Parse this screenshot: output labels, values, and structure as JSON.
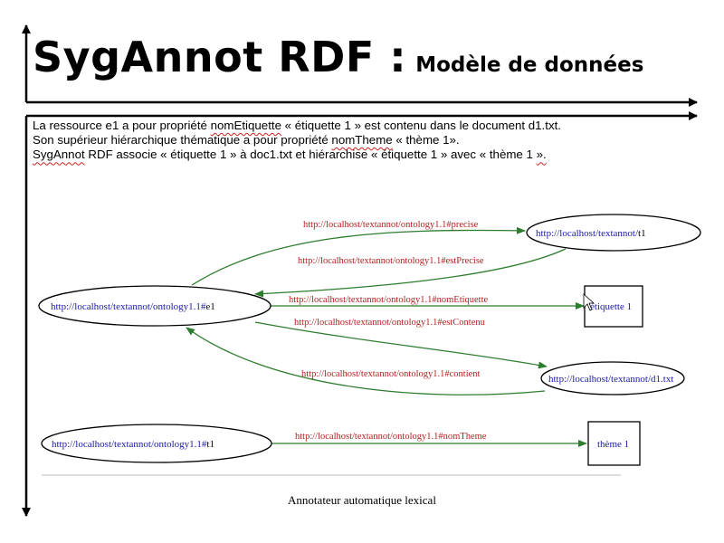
{
  "slide": {
    "title": {
      "main": "SygAnnot RDF :",
      "subtitle": "Modèle de données"
    },
    "intro": [
      {
        "parts": [
          "La ressource e1 a pour propriété ",
          "nomEtiquette",
          " « étiquette 1 » est contenu dans le document d1.txt."
        ]
      },
      {
        "parts": [
          "Son supérieur hiérarchique thématique a pour propriété ",
          "nomTheme",
          " « thème 1»."
        ]
      },
      {
        "parts": [
          "",
          "SygAnnot",
          " RDF associe « étiquette 1 » à doc1.txt et hiérarchise « étiquette 1 » avec « thème 1 ",
          "».",
          ""
        ]
      }
    ],
    "caption": "Annotateur automatique lexical"
  },
  "diagram": {
    "colors": {
      "edge": "#2e7d2e",
      "edge_label": "#b22222",
      "node_text": "#1a1aa6",
      "axis": "#000000"
    },
    "nodes": {
      "e1": {
        "prefix": "http://localhost/textannot/ontology1.1#",
        "suffix": "e1",
        "shape": "ellipse"
      },
      "t1_doc": {
        "prefix": "http://localhost/textannot/",
        "suffix": "t1",
        "shape": "ellipse"
      },
      "etiquette": {
        "label": "étiquette 1",
        "shape": "box"
      },
      "d1": {
        "prefix": "http://localhost/textannot/",
        "suffix": "d1.txt",
        "shape": "ellipse"
      },
      "t1_onto": {
        "prefix": "http://localhost/textannot/ontology1.1#",
        "suffix": "t1",
        "shape": "ellipse"
      },
      "theme": {
        "label": "thème 1",
        "shape": "box"
      }
    },
    "edges": {
      "precise": "http://localhost/textannot/ontology1.1#precise",
      "estPrecise": "http://localhost/textannot/ontology1.1#estPrecise",
      "nomEtiquette": "http://localhost/textannot/ontology1.1#nomEtiquette",
      "estContenu": "http://localhost/textannot/ontology1.1#estContenu",
      "contient": "http://localhost/textannot/ontology1.1#contient",
      "nomTheme": "http://localhost/textannot/ontology1.1#nomTheme"
    }
  }
}
